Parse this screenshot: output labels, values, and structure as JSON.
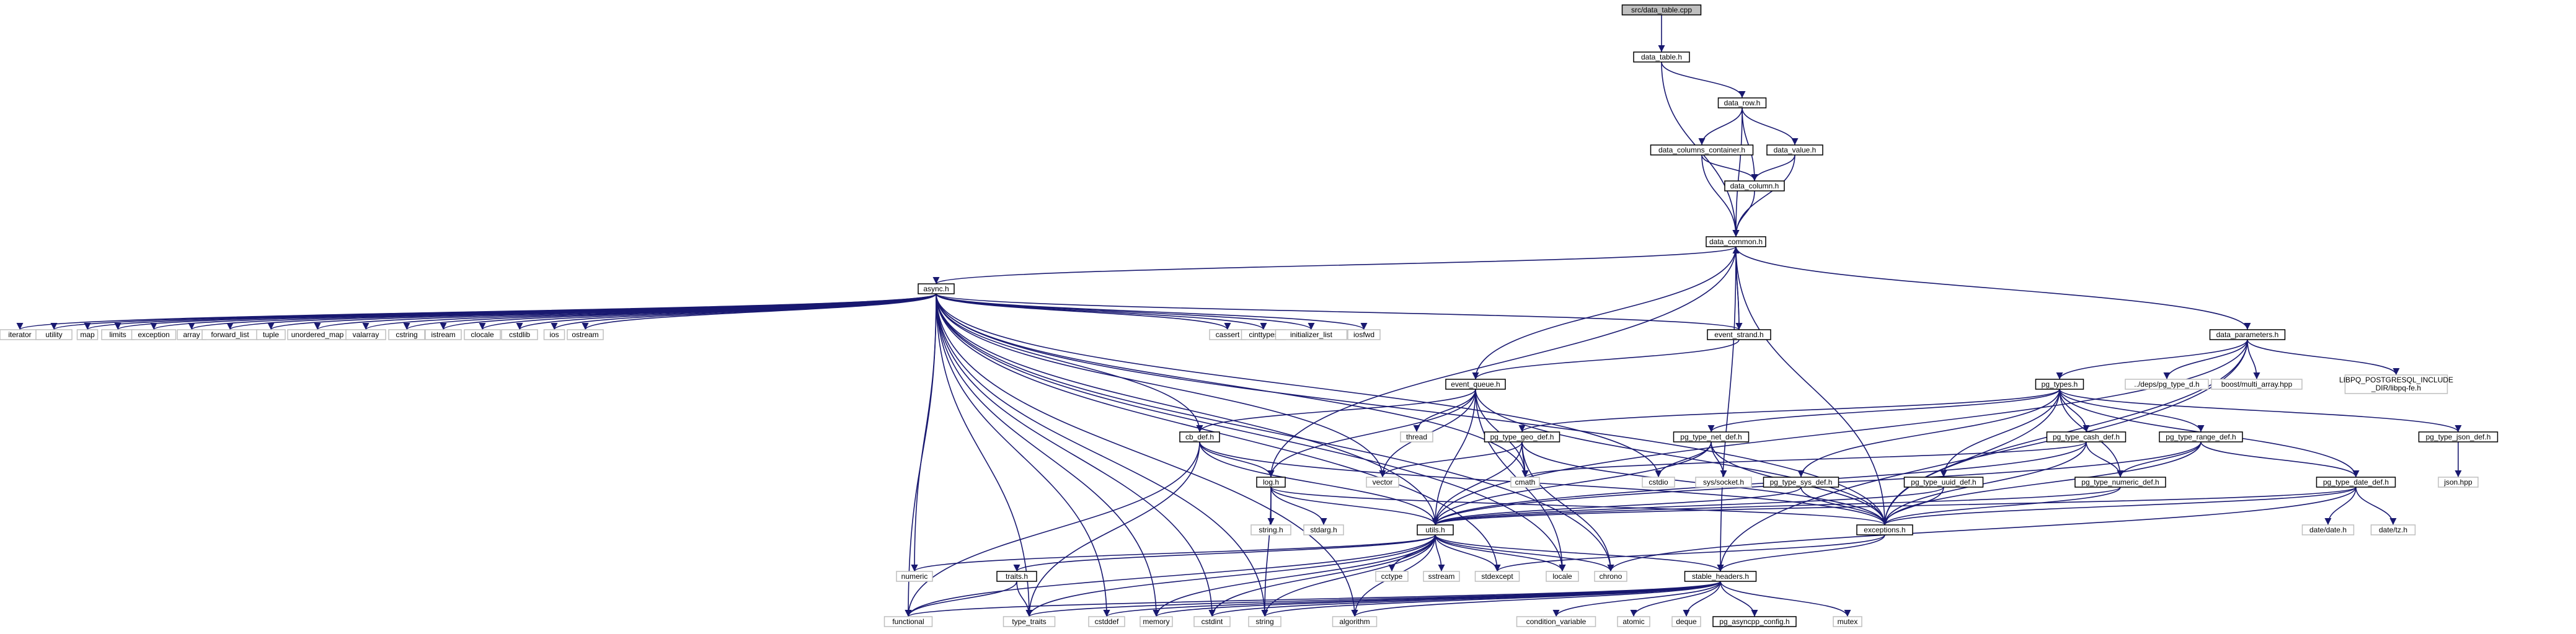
{
  "colors": {
    "edge": "#191970",
    "node_border_project": "#000000",
    "node_border_external": "#bfbfbf",
    "node_fill": "#ffffff",
    "root_fill": "#bfbfbf"
  },
  "graph": {
    "nodes": {
      "root": {
        "label": "src/data_table.cpp",
        "kind": "root"
      },
      "data_table_h": {
        "label": "data_table.h",
        "kind": "project"
      },
      "data_row_h": {
        "label": "data_row.h",
        "kind": "project"
      },
      "data_columns_container_h": {
        "label": "data_columns_container.h",
        "kind": "project"
      },
      "data_value_h": {
        "label": "data_value.h",
        "kind": "project"
      },
      "data_column_h": {
        "label": "data_column.h",
        "kind": "project"
      },
      "data_common_h": {
        "label": "data_common.h",
        "kind": "project"
      },
      "async_h": {
        "label": "async.h",
        "kind": "project"
      },
      "event_strand_h": {
        "label": "event_strand.h",
        "kind": "project"
      },
      "data_parameters_h": {
        "label": "data_parameters.h",
        "kind": "project"
      },
      "event_queue_h": {
        "label": "event_queue.h",
        "kind": "project"
      },
      "cb_def_h": {
        "label": "cb_def.h",
        "kind": "project"
      },
      "log_h": {
        "label": "log.h",
        "kind": "project"
      },
      "utils_h": {
        "label": "utils.h",
        "kind": "project"
      },
      "traits_h": {
        "label": "traits.h",
        "kind": "project"
      },
      "exceptions_h": {
        "label": "exceptions.h",
        "kind": "project"
      },
      "stable_headers_h": {
        "label": "stable_headers.h",
        "kind": "project"
      },
      "pg_asyncpp_config_h": {
        "label": "pg_asyncpp_config.h",
        "kind": "project"
      },
      "pg_types_h": {
        "label": "pg_types.h",
        "kind": "project"
      },
      "pg_type_geo_def_h": {
        "label": "pg_type_geo_def.h",
        "kind": "project"
      },
      "pg_type_net_def_h": {
        "label": "pg_type_net_def.h",
        "kind": "project"
      },
      "pg_type_cash_def_h": {
        "label": "pg_type_cash_def.h",
        "kind": "project"
      },
      "pg_type_range_def_h": {
        "label": "pg_type_range_def.h",
        "kind": "project"
      },
      "pg_type_json_def_h": {
        "label": "pg_type_json_def.h",
        "kind": "project"
      },
      "pg_type_sys_def_h": {
        "label": "pg_type_sys_def.h",
        "kind": "project"
      },
      "pg_type_uuid_def_h": {
        "label": "pg_type_uuid_def.h",
        "kind": "project"
      },
      "pg_type_numeric_def_h": {
        "label": "pg_type_numeric_def.h",
        "kind": "project"
      },
      "pg_type_date_def_h": {
        "label": "pg_type_date_def.h",
        "kind": "project"
      },
      "iterator": {
        "label": "iterator",
        "kind": "external"
      },
      "utility": {
        "label": "utility",
        "kind": "external"
      },
      "map": {
        "label": "map",
        "kind": "external"
      },
      "limits": {
        "label": "limits",
        "kind": "external"
      },
      "exception": {
        "label": "exception",
        "kind": "external"
      },
      "array": {
        "label": "array",
        "kind": "external"
      },
      "forward_list": {
        "label": "forward_list",
        "kind": "external"
      },
      "tuple": {
        "label": "tuple",
        "kind": "external"
      },
      "unordered_map": {
        "label": "unordered_map",
        "kind": "external"
      },
      "valarray": {
        "label": "valarray",
        "kind": "external"
      },
      "cstring": {
        "label": "cstring",
        "kind": "external"
      },
      "istream": {
        "label": "istream",
        "kind": "external"
      },
      "clocale": {
        "label": "clocale",
        "kind": "external"
      },
      "cstdlib": {
        "label": "cstdlib",
        "kind": "external"
      },
      "ios": {
        "label": "ios",
        "kind": "external"
      },
      "ostream": {
        "label": "ostream",
        "kind": "external"
      },
      "cassert": {
        "label": "cassert",
        "kind": "external"
      },
      "cinttypes": {
        "label": "cinttypes",
        "kind": "external"
      },
      "initializer_list": {
        "label": "initializer_list",
        "kind": "external"
      },
      "iosfwd": {
        "label": "iosfwd",
        "kind": "external"
      },
      "deps_pg_type_d_h": {
        "label": "../deps/pg_type_d.h",
        "kind": "external"
      },
      "boost_multi_array": {
        "label": "boost/multi_array.hpp",
        "kind": "external"
      },
      "libpq_pg_type": {
        "label": "LIBPQ_POSTGRESQL_INCLUDE\n_DIR/libpq-fe.h",
        "kind": "external"
      },
      "thread": {
        "label": "thread",
        "kind": "external"
      },
      "vector": {
        "label": "vector",
        "kind": "external"
      },
      "cmath": {
        "label": "cmath",
        "kind": "external"
      },
      "cstdio": {
        "label": "cstdio",
        "kind": "external"
      },
      "sys_socket_h": {
        "label": "sys/socket.h",
        "kind": "external"
      },
      "json_hpp": {
        "label": "json.hpp",
        "kind": "external"
      },
      "string_h": {
        "label": "string.h",
        "kind": "external"
      },
      "stdarg_h": {
        "label": "stdarg.h",
        "kind": "external"
      },
      "date_date_h": {
        "label": "date/date.h",
        "kind": "external"
      },
      "date_tz_h": {
        "label": "date/tz.h",
        "kind": "external"
      },
      "numeric": {
        "label": "numeric",
        "kind": "external"
      },
      "cctype": {
        "label": "cctype",
        "kind": "external"
      },
      "sstream": {
        "label": "sstream",
        "kind": "external"
      },
      "stdexcept": {
        "label": "stdexcept",
        "kind": "external"
      },
      "locale": {
        "label": "locale",
        "kind": "external"
      },
      "chrono": {
        "label": "chrono",
        "kind": "external"
      },
      "functional": {
        "label": "functional",
        "kind": "external"
      },
      "type_traits": {
        "label": "type_traits",
        "kind": "external"
      },
      "cstddef": {
        "label": "cstddef",
        "kind": "external"
      },
      "memory": {
        "label": "memory",
        "kind": "external"
      },
      "cstdint": {
        "label": "cstdint",
        "kind": "external"
      },
      "string": {
        "label": "string",
        "kind": "external"
      },
      "algorithm": {
        "label": "algorithm",
        "kind": "external"
      },
      "condition_variable": {
        "label": "condition_variable",
        "kind": "external"
      },
      "atomic": {
        "label": "atomic",
        "kind": "external"
      },
      "deque": {
        "label": "deque",
        "kind": "external"
      },
      "mutex": {
        "label": "mutex",
        "kind": "external"
      }
    },
    "edges": [
      [
        "root",
        "data_table_h"
      ],
      [
        "data_table_h",
        "data_row_h"
      ],
      [
        "data_table_h",
        "data_common_h"
      ],
      [
        "data_row_h",
        "data_columns_container_h"
      ],
      [
        "data_row_h",
        "data_value_h"
      ],
      [
        "data_row_h",
        "data_column_h"
      ],
      [
        "data_row_h",
        "data_common_h"
      ],
      [
        "data_columns_container_h",
        "data_column_h"
      ],
      [
        "data_columns_container_h",
        "data_common_h"
      ],
      [
        "data_value_h",
        "data_column_h"
      ],
      [
        "data_value_h",
        "data_common_h"
      ],
      [
        "data_column_h",
        "data_common_h"
      ],
      [
        "data_common_h",
        "async_h"
      ],
      [
        "data_common_h",
        "event_strand_h"
      ],
      [
        "data_common_h",
        "data_parameters_h"
      ],
      [
        "data_common_h",
        "event_queue_h"
      ],
      [
        "data_common_h",
        "log_h"
      ],
      [
        "data_common_h",
        "exceptions_h"
      ],
      [
        "data_common_h",
        "stable_headers_h"
      ],
      [
        "event_strand_h",
        "data_common_h"
      ],
      [
        "event_strand_h",
        "event_queue_h"
      ],
      [
        "async_h",
        "iterator"
      ],
      [
        "async_h",
        "utility"
      ],
      [
        "async_h",
        "map"
      ],
      [
        "async_h",
        "limits"
      ],
      [
        "async_h",
        "exception"
      ],
      [
        "async_h",
        "array"
      ],
      [
        "async_h",
        "forward_list"
      ],
      [
        "async_h",
        "tuple"
      ],
      [
        "async_h",
        "unordered_map"
      ],
      [
        "async_h",
        "valarray"
      ],
      [
        "async_h",
        "cstring"
      ],
      [
        "async_h",
        "istream"
      ],
      [
        "async_h",
        "clocale"
      ],
      [
        "async_h",
        "cstdlib"
      ],
      [
        "async_h",
        "ios"
      ],
      [
        "async_h",
        "ostream"
      ],
      [
        "async_h",
        "cassert"
      ],
      [
        "async_h",
        "cinttypes"
      ],
      [
        "async_h",
        "initializer_list"
      ],
      [
        "async_h",
        "iosfwd"
      ],
      [
        "async_h",
        "event_strand_h"
      ],
      [
        "async_h",
        "cb_def_h"
      ],
      [
        "async_h",
        "vector"
      ],
      [
        "async_h",
        "cmath"
      ],
      [
        "async_h",
        "cstdio"
      ],
      [
        "async_h",
        "exceptions_h"
      ],
      [
        "async_h",
        "utils_h"
      ],
      [
        "async_h",
        "numeric"
      ],
      [
        "async_h",
        "functional"
      ],
      [
        "async_h",
        "type_traits"
      ],
      [
        "async_h",
        "cstddef"
      ],
      [
        "async_h",
        "memory"
      ],
      [
        "async_h",
        "cstdint"
      ],
      [
        "async_h",
        "string"
      ],
      [
        "async_h",
        "algorithm"
      ],
      [
        "async_h",
        "stdexcept"
      ],
      [
        "async_h",
        "chrono"
      ],
      [
        "async_h",
        "locale"
      ],
      [
        "event_queue_h",
        "cb_def_h"
      ],
      [
        "event_queue_h",
        "log_h"
      ],
      [
        "event_queue_h",
        "thread"
      ],
      [
        "event_queue_h",
        "vector"
      ],
      [
        "event_queue_h",
        "cmath"
      ],
      [
        "event_queue_h",
        "exceptions_h"
      ],
      [
        "event_queue_h",
        "utils_h"
      ],
      [
        "event_queue_h",
        "locale"
      ],
      [
        "cb_def_h",
        "log_h"
      ],
      [
        "cb_def_h",
        "utils_h"
      ],
      [
        "cb_def_h",
        "exceptions_h"
      ],
      [
        "cb_def_h",
        "functional"
      ],
      [
        "cb_def_h",
        "type_traits"
      ],
      [
        "log_h",
        "string_h"
      ],
      [
        "log_h",
        "stdarg_h"
      ],
      [
        "log_h",
        "utils_h"
      ],
      [
        "log_h",
        "exceptions_h"
      ],
      [
        "log_h",
        "string"
      ],
      [
        "data_parameters_h",
        "pg_types_h"
      ],
      [
        "data_parameters_h",
        "deps_pg_type_d_h"
      ],
      [
        "data_parameters_h",
        "boost_multi_array"
      ],
      [
        "data_parameters_h",
        "libpq_pg_type"
      ],
      [
        "data_parameters_h",
        "exceptions_h"
      ],
      [
        "data_parameters_h",
        "stable_headers_h"
      ],
      [
        "data_parameters_h",
        "utils_h"
      ],
      [
        "pg_types_h",
        "pg_type_geo_def_h"
      ],
      [
        "pg_types_h",
        "pg_type_net_def_h"
      ],
      [
        "pg_types_h",
        "pg_type_cash_def_h"
      ],
      [
        "pg_types_h",
        "pg_type_range_def_h"
      ],
      [
        "pg_types_h",
        "pg_type_json_def_h"
      ],
      [
        "pg_types_h",
        "pg_type_sys_def_h"
      ],
      [
        "pg_types_h",
        "pg_type_uuid_def_h"
      ],
      [
        "pg_types_h",
        "pg_type_numeric_def_h"
      ],
      [
        "pg_types_h",
        "pg_type_date_def_h"
      ],
      [
        "pg_types_h",
        "exceptions_h"
      ],
      [
        "pg_type_geo_def_h",
        "vector"
      ],
      [
        "pg_type_geo_def_h",
        "cmath"
      ],
      [
        "pg_type_geo_def_h",
        "utils_h"
      ],
      [
        "pg_type_geo_def_h",
        "exceptions_h"
      ],
      [
        "pg_type_geo_def_h",
        "chrono"
      ],
      [
        "pg_type_net_def_h",
        "cstdio"
      ],
      [
        "pg_type_net_def_h",
        "sys_socket_h"
      ],
      [
        "pg_type_net_def_h",
        "utils_h"
      ],
      [
        "pg_type_net_def_h",
        "exceptions_h"
      ],
      [
        "pg_type_cash_def_h",
        "cmath"
      ],
      [
        "pg_type_cash_def_h",
        "pg_type_numeric_def_h"
      ],
      [
        "pg_type_cash_def_h",
        "utils_h"
      ],
      [
        "pg_type_cash_def_h",
        "exceptions_h"
      ],
      [
        "pg_type_range_def_h",
        "pg_type_numeric_def_h"
      ],
      [
        "pg_type_range_def_h",
        "pg_type_date_def_h"
      ],
      [
        "pg_type_range_def_h",
        "utils_h"
      ],
      [
        "pg_type_range_def_h",
        "exceptions_h"
      ],
      [
        "pg_type_json_def_h",
        "json_hpp"
      ],
      [
        "pg_type_sys_def_h",
        "utils_h"
      ],
      [
        "pg_type_sys_def_h",
        "exceptions_h"
      ],
      [
        "pg_type_uuid_def_h",
        "utils_h"
      ],
      [
        "pg_type_uuid_def_h",
        "exceptions_h"
      ],
      [
        "pg_type_numeric_def_h",
        "utils_h"
      ],
      [
        "pg_type_numeric_def_h",
        "exceptions_h"
      ],
      [
        "pg_type_date_def_h",
        "date_date_h"
      ],
      [
        "pg_type_date_def_h",
        "date_tz_h"
      ],
      [
        "pg_type_date_def_h",
        "utils_h"
      ],
      [
        "pg_type_date_def_h",
        "exceptions_h"
      ],
      [
        "pg_type_date_def_h",
        "chrono"
      ],
      [
        "utils_h",
        "numeric"
      ],
      [
        "utils_h",
        "cctype"
      ],
      [
        "utils_h",
        "sstream"
      ],
      [
        "utils_h",
        "stdexcept"
      ],
      [
        "utils_h",
        "locale"
      ],
      [
        "utils_h",
        "chrono"
      ],
      [
        "utils_h",
        "traits_h"
      ],
      [
        "utils_h",
        "stable_headers_h"
      ],
      [
        "utils_h",
        "functional"
      ],
      [
        "utils_h",
        "type_traits"
      ],
      [
        "utils_h",
        "string"
      ],
      [
        "utils_h",
        "algorithm"
      ],
      [
        "utils_h",
        "memory"
      ],
      [
        "utils_h",
        "cstdint"
      ],
      [
        "traits_h",
        "type_traits"
      ],
      [
        "traits_h",
        "functional"
      ],
      [
        "exceptions_h",
        "stable_headers_h"
      ],
      [
        "exceptions_h",
        "stdexcept"
      ],
      [
        "stable_headers_h",
        "pg_asyncpp_config_h"
      ],
      [
        "stable_headers_h",
        "condition_variable"
      ],
      [
        "stable_headers_h",
        "atomic"
      ],
      [
        "stable_headers_h",
        "deque"
      ],
      [
        "stable_headers_h",
        "mutex"
      ],
      [
        "stable_headers_h",
        "functional"
      ],
      [
        "stable_headers_h",
        "type_traits"
      ],
      [
        "stable_headers_h",
        "cstddef"
      ],
      [
        "stable_headers_h",
        "memory"
      ],
      [
        "stable_headers_h",
        "cstdint"
      ],
      [
        "stable_headers_h",
        "string"
      ],
      [
        "stable_headers_h",
        "algorithm"
      ]
    ]
  }
}
